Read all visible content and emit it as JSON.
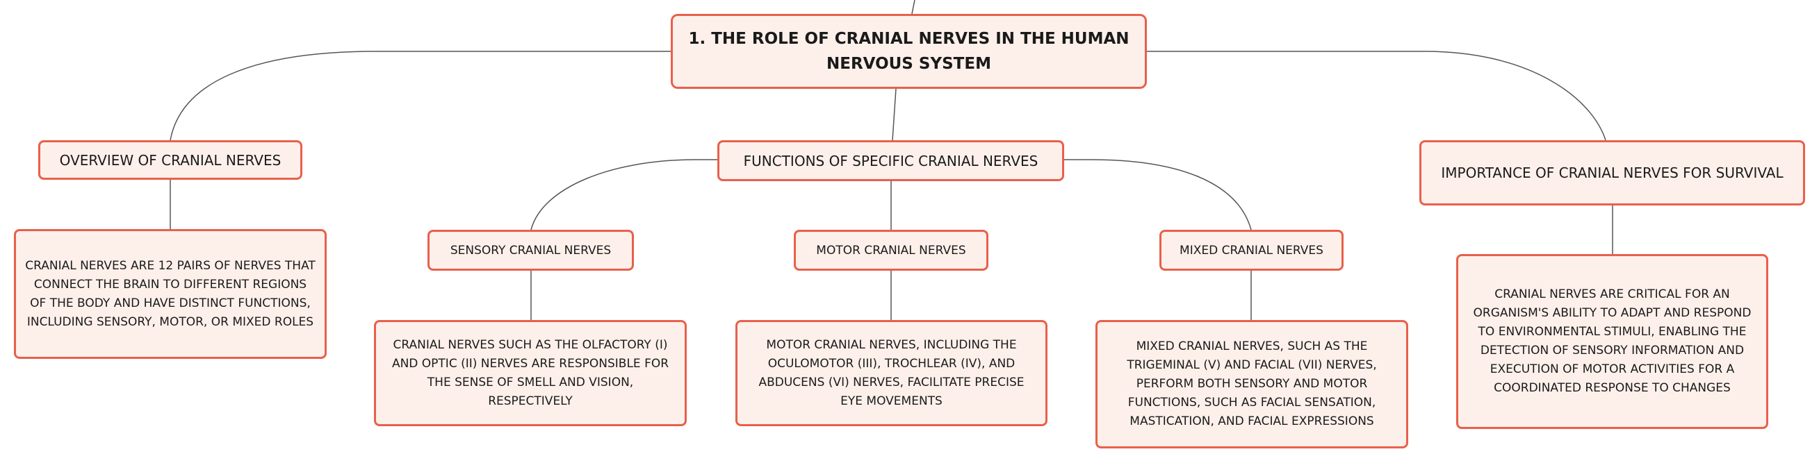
{
  "colors": {
    "node_border": "#e8604c",
    "node_fill": "#fdf0ea",
    "connector": "#555555"
  },
  "root": {
    "title": "1. The role of cranial nerves in the human nervous system"
  },
  "branches": {
    "overview": {
      "title": "Overview of cranial nerves",
      "text": "Cranial nerves are 12 pairs of nerves that connect the brain to different regions of the body and have distinct functions, including sensory, motor, or mixed roles"
    },
    "functions": {
      "title": "Functions of specific cranial nerves",
      "sensory": {
        "title": "Sensory cranial nerves",
        "text": "Cranial nerves such as the olfactory (I) and optic (II) nerves are responsible for the sense of smell and vision, respectively"
      },
      "motor": {
        "title": "Motor cranial nerves",
        "text": "Motor cranial nerves, including the oculomotor (III), trochlear (IV), and abducens (VI) nerves, facilitate precise eye movements"
      },
      "mixed": {
        "title": "Mixed cranial nerves",
        "text": "Mixed cranial nerves, such as the trigeminal (V) and facial (VII) nerves, perform both sensory and motor functions, such as facial sensation, mastication, and facial expressions"
      }
    },
    "importance": {
      "title": "Importance of cranial nerves for survival",
      "text": "Cranial nerves are critical for an organism's ability to adapt and respond to environmental stimuli, enabling the detection of sensory information and execution of motor activities for a coordinated response to changes"
    }
  }
}
